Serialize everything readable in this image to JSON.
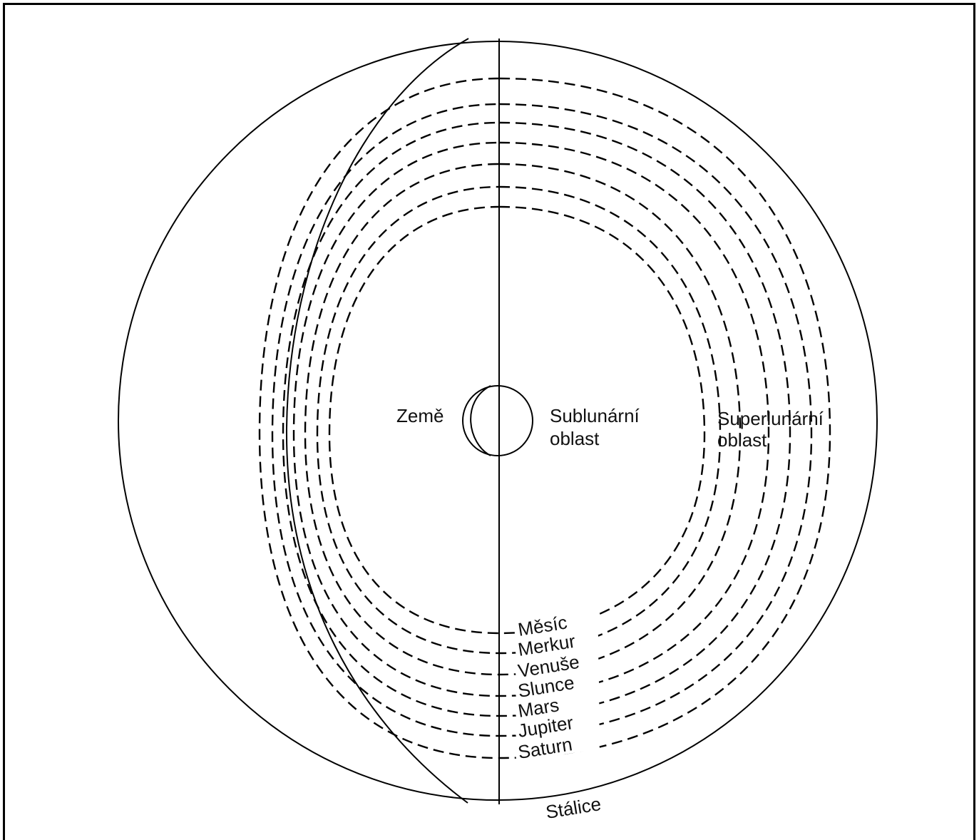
{
  "diagram": {
    "earth_label": "Země",
    "sublunar_label": [
      "Sublunární",
      "oblast"
    ],
    "superlunar_label": [
      "Superlunární",
      "oblast"
    ],
    "fixed_stars_label": "Stálice",
    "spheres": [
      "Měsíc",
      "Merkur",
      "Venuše",
      "Slunce",
      "Mars",
      "Jupiter",
      "Saturn"
    ],
    "line_color": "#000000",
    "background": "#ffffff"
  }
}
